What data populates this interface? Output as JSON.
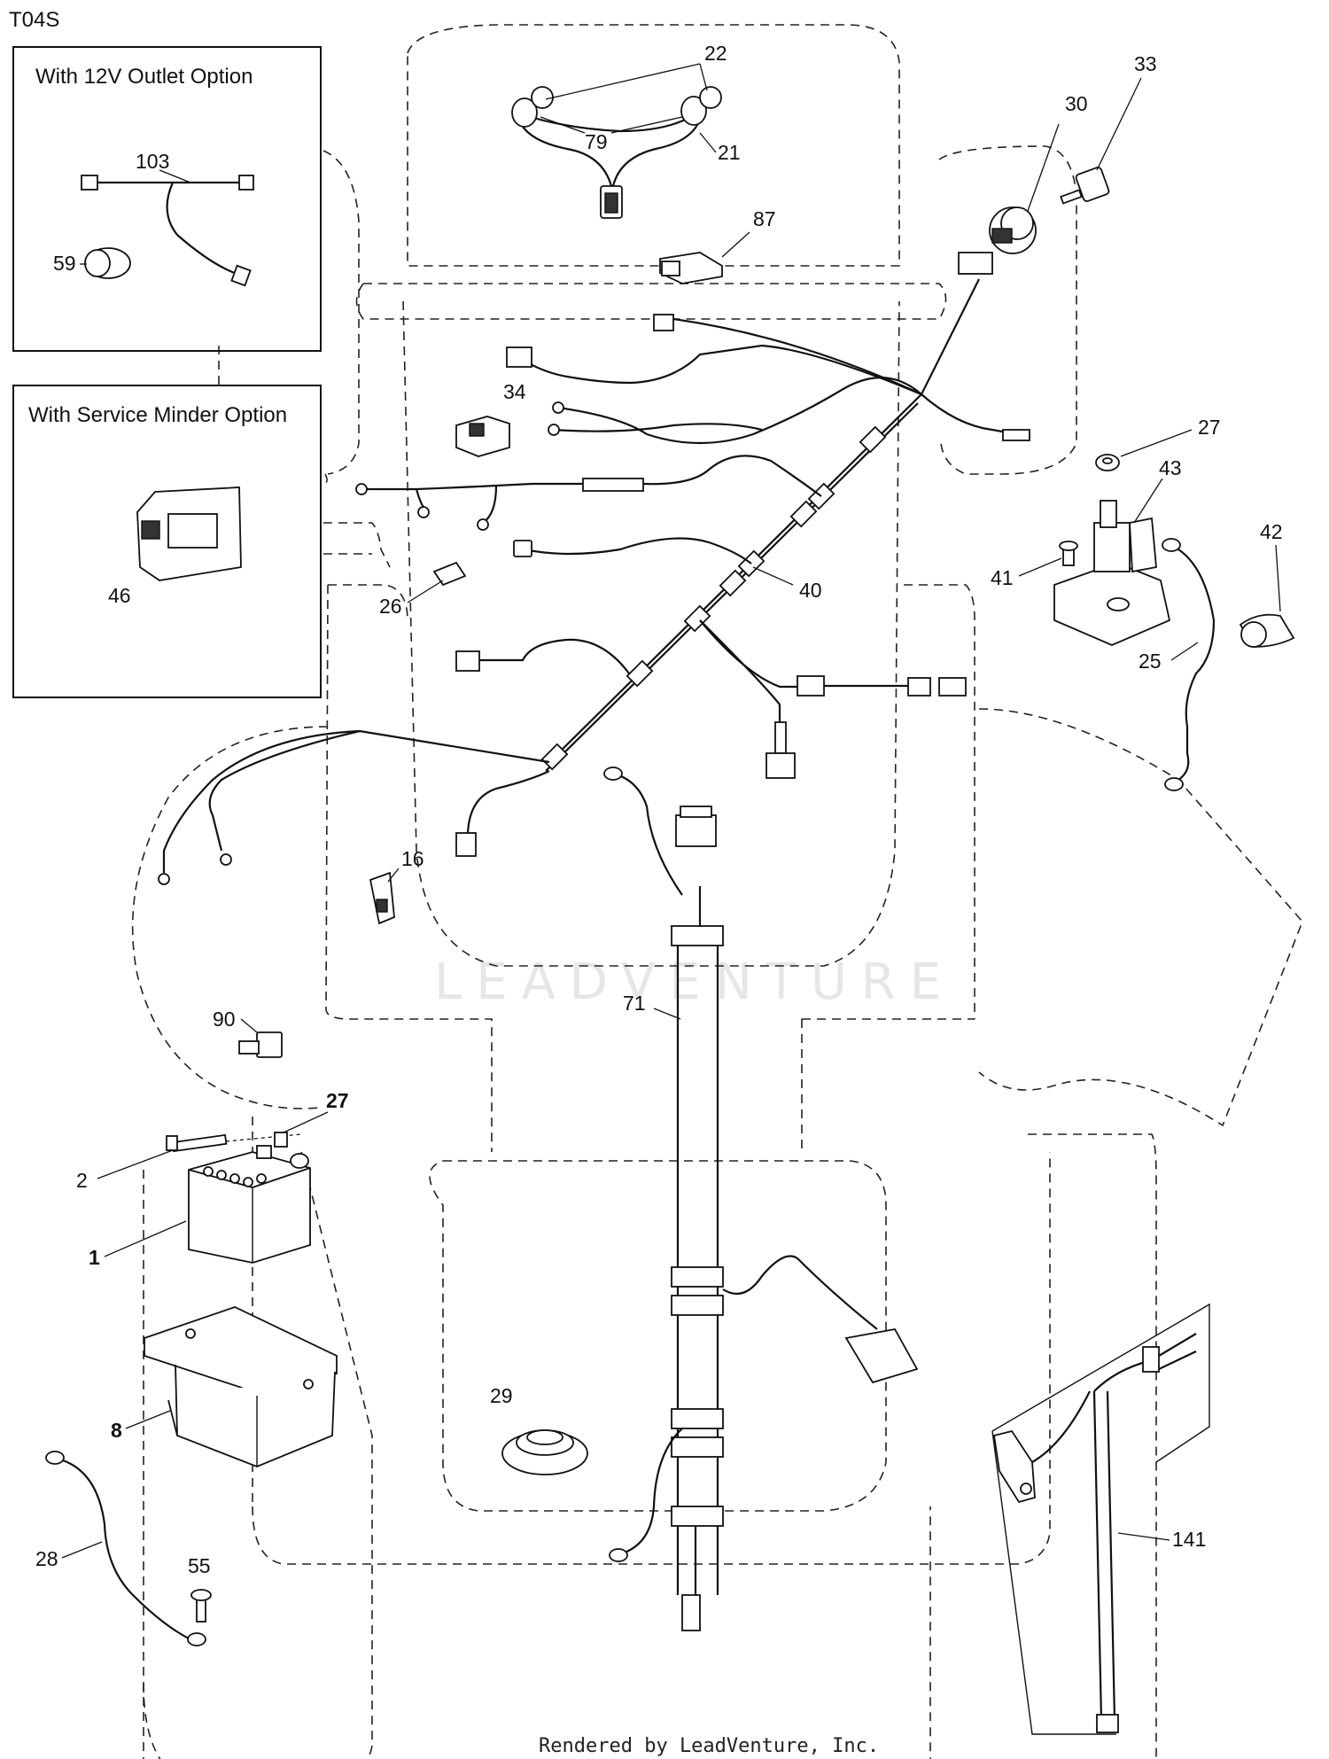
{
  "diagram_code": "T04S",
  "option_boxes": {
    "outlet_12v": "With 12V Outlet Option",
    "service_minder": "With Service Minder Option"
  },
  "watermark": "LEADVENTURE",
  "footer": "Rendered by LeadVenture, Inc.",
  "callouts": {
    "c1": "1",
    "c2": "2",
    "c8": "8",
    "c16": "16",
    "c21": "21",
    "c22": "22",
    "c25": "25",
    "c26": "26",
    "c27a": "27",
    "c27b": "27",
    "c28": "28",
    "c29": "29",
    "c30": "30",
    "c33": "33",
    "c34": "34",
    "c40": "40",
    "c41": "41",
    "c42": "42",
    "c43": "43",
    "c46": "46",
    "c55": "55",
    "c59": "59",
    "c71": "71",
    "c79": "79",
    "c87": "87",
    "c90": "90",
    "c103": "103",
    "c141": "141"
  }
}
